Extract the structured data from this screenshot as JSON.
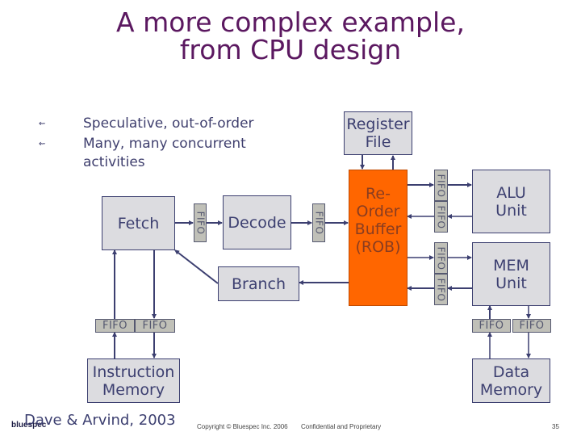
{
  "title": {
    "line1": "A more complex example,",
    "line2": "from CPU design"
  },
  "bullets": [
    {
      "icon": "arrow-bullet-icon",
      "text": "Speculative, out-of-order"
    },
    {
      "icon": "arrow-bullet-icon",
      "text": "Many, many concurrent activities"
    }
  ],
  "bullet_lines": {
    "b1": "Speculative, out-of-order",
    "b2_line1": "Many, many concurrent",
    "b2_line2": "activities"
  },
  "blocks": {
    "register_file": "Register\nFile",
    "fetch": "Fetch",
    "decode": "Decode",
    "branch": "Branch",
    "rob": "Re-\nOrder\nBuffer\n(ROB)",
    "alu": "ALU\nUnit",
    "mem": "MEM\nUnit",
    "instruction_memory": "Instruction\nMemory",
    "data_memory": "Data\nMemory"
  },
  "fifo_label": "FIFO",
  "colors": {
    "title": "#5b1860",
    "box_fill": "#dcdce0",
    "box_border": "#3c3f70",
    "rob_fill": "#ff6600",
    "fifo_fill": "#c0c0b8",
    "wire": "#3c3f70"
  },
  "footer": {
    "attribution": "Dave & Arvind, 2003",
    "logo": "bluespec",
    "copyright": "Copyright © Bluespec Inc. 2006",
    "confidential": "Confidential and Proprietary",
    "page_number": "35"
  }
}
